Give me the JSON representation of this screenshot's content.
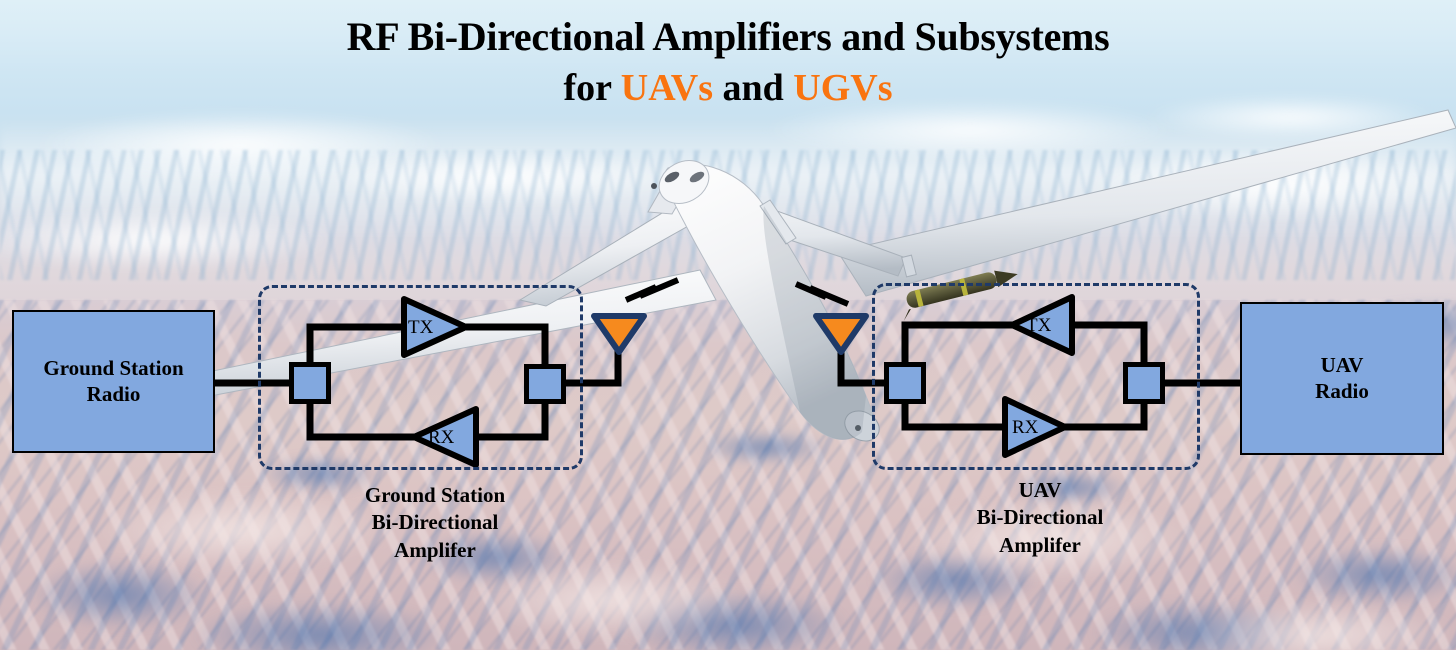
{
  "title": {
    "line1": "RF Bi-Directional Amplifiers and Subsystems",
    "line2_prefix": "for ",
    "line2_hl1": "UAVs",
    "line2_mid": " and ",
    "line2_hl2": "UGVs",
    "accent_color": "#f97410"
  },
  "diagram": {
    "ground_station_radio": "Ground Station\nRadio",
    "ground_station_radio_line1": "Ground Station",
    "ground_station_radio_line2": "Radio",
    "uav_radio_line1": "UAV",
    "uav_radio_line2": "Radio",
    "gs_bda_caption_line1": "Ground Station",
    "gs_bda_caption_line2": "Bi-Directional",
    "gs_bda_caption_line3": "Amplifer",
    "uav_bda_caption_line1": "UAV",
    "uav_bda_caption_line2": "Bi-Directional",
    "uav_bda_caption_line3": "Amplifer",
    "gs_tx_label": "TX",
    "gs_rx_label": "RX",
    "uav_tx_label": "TX",
    "uav_rx_label": "RX",
    "colors": {
      "box_fill": "#82a8df",
      "box_stroke": "#000000",
      "dashed_stroke": "#1f3a68",
      "antenna_fill": "#f68a1e",
      "antenna_stroke": "#1f3a68",
      "wire": "#000000"
    }
  },
  "scene": {
    "aircraft": "uav-drone",
    "link_left": "rf-link-lightning-left",
    "link_right": "rf-link-lightning-right",
    "antenna_left": "ground-station-antenna",
    "antenna_right": "uav-antenna"
  }
}
